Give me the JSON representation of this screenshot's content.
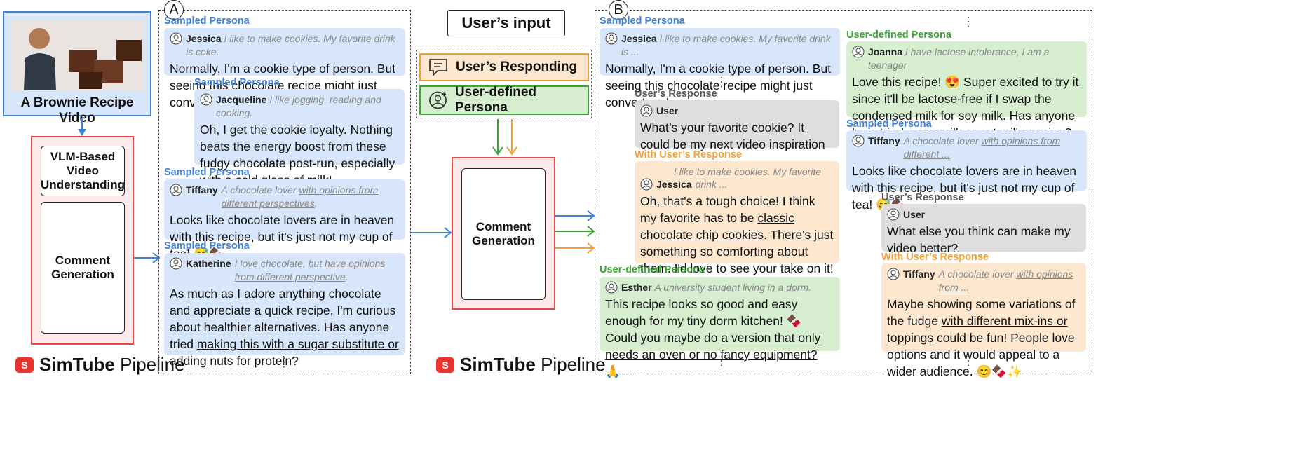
{
  "left": {
    "video_label": "A Brownie Recipe Video",
    "vlm_box": "VLM-Based Video Understanding",
    "gen_box": "Comment Generation",
    "pipeline_brand": "SimTube",
    "pipeline_word": "Pipeline"
  },
  "panel_a": {
    "label": "A",
    "comments": [
      {
        "type": "Sampled Persona",
        "name": "Jessica",
        "desc": "I like to make cookies. My favorite drink is coke.",
        "text": "Normally, I'm a cookie type of person. But seeing this chocolate recipe might just convert me!"
      },
      {
        "type": "Sampled Persona",
        "name": "Jacqueline",
        "desc": "I like jogging, reading and cooking.",
        "text": "Oh, I get the cookie loyalty.  Nothing beats the energy boost from these fudgy chocolate post-run, especially with a cold glass of milk!"
      },
      {
        "type": "Sampled Persona",
        "name": "Tiffany",
        "desc_a": "A chocolate lover ",
        "desc_u": "with opinions from different perspectives",
        "desc_b": ".",
        "text": "Looks like chocolate lovers are in heaven with this recipe, but it's just not my cup of tea! 😅🍫"
      },
      {
        "type": "Sampled Persona",
        "name": "Katherine",
        "desc_a": "I love chocolate, but ",
        "desc_u": "have opinions from different perspective",
        "desc_b": ".",
        "text_a": "As much as I adore anything chocolate and appreciate a quick recipe, I'm curious about healthier alternatives. Has anyone tried ",
        "text_u": "making this with a sugar substitute or adding nuts for protein",
        "text_b": "?"
      }
    ]
  },
  "middle": {
    "user_input": "User’s input",
    "responding": "User’s Responding",
    "persona": "User-defined Persona",
    "gen_box": "Comment Generation",
    "pipeline_brand": "SimTube",
    "pipeline_word": "Pipeline"
  },
  "panel_b": {
    "label": "B",
    "col1": {
      "c1": {
        "type": "Sampled Persona",
        "name": "Jessica",
        "desc": "I like to make cookies. My favorite drink is ...",
        "text": "Normally, I'm a cookie type of person. But seeing this chocolate recipe might just convert me!"
      },
      "r1": {
        "type": "User’s Response",
        "name": "User",
        "text": "What’s your favorite cookie? It could be my next video inspiration"
      },
      "c2": {
        "type": "With User’s Response",
        "name": "Jessica",
        "desc_1": "I like to make cookies. My favorite",
        "desc_2": "drink ...",
        "text_a": "Oh, that's a tough choice! I think my favorite has to be ",
        "text_u": "classic chocolate chip cookies",
        "text_b": ". There's just something so comforting about them. I'd love to see your take on it!"
      },
      "c3": {
        "type": "User-defined Persona",
        "name": "Esther",
        "desc": "A university student living in a dorm.",
        "text_a": "This recipe looks so good and easy enough for my tiny dorm kitchen! 🍫 Could you maybe do ",
        "text_u": "a version that only needs an oven or no fancy equipment?",
        "text_b": " 🙏"
      }
    },
    "col2": {
      "c1": {
        "type": "User-defined Persona",
        "name": "Joanna",
        "desc": "I have lactose intolerance, I am a teenager",
        "text_a": "Love this recipe! 😍 Super excited to try it since it'll be lactose-free if I swap the condensed milk for soy milk. Has anyone here tried ",
        "text_u": "a soy milk or oat milk",
        "text_b": " version?"
      },
      "c2": {
        "type": "Sampled Persona",
        "name": "Tiffany",
        "desc_a": "A chocolate lover ",
        "desc_u": "with opinions from different ...",
        "text": "Looks like chocolate lovers are in heaven with this recipe, but it's just not my cup of tea! 😅🍫"
      },
      "r1": {
        "type": "User’s Response",
        "name": "User",
        "text": "What else you think can make my video better?"
      },
      "c3": {
        "type": "With User’s Response",
        "name": "Tiffany",
        "desc_a": "A chocolate lover ",
        "desc_u": "with opinions from ...",
        "text_a": "Maybe showing some variations of the fudge ",
        "text_u": "with different mix-ins or toppings",
        "text_b": " could be fun! People love options and it would appeal to a wider audience. 😊🍫✨"
      }
    }
  },
  "colors": {
    "sampled": "#3f7fd6",
    "user_defined": "#3aa535",
    "response": "#f0a03a",
    "gen_border": "#e24a4a"
  }
}
